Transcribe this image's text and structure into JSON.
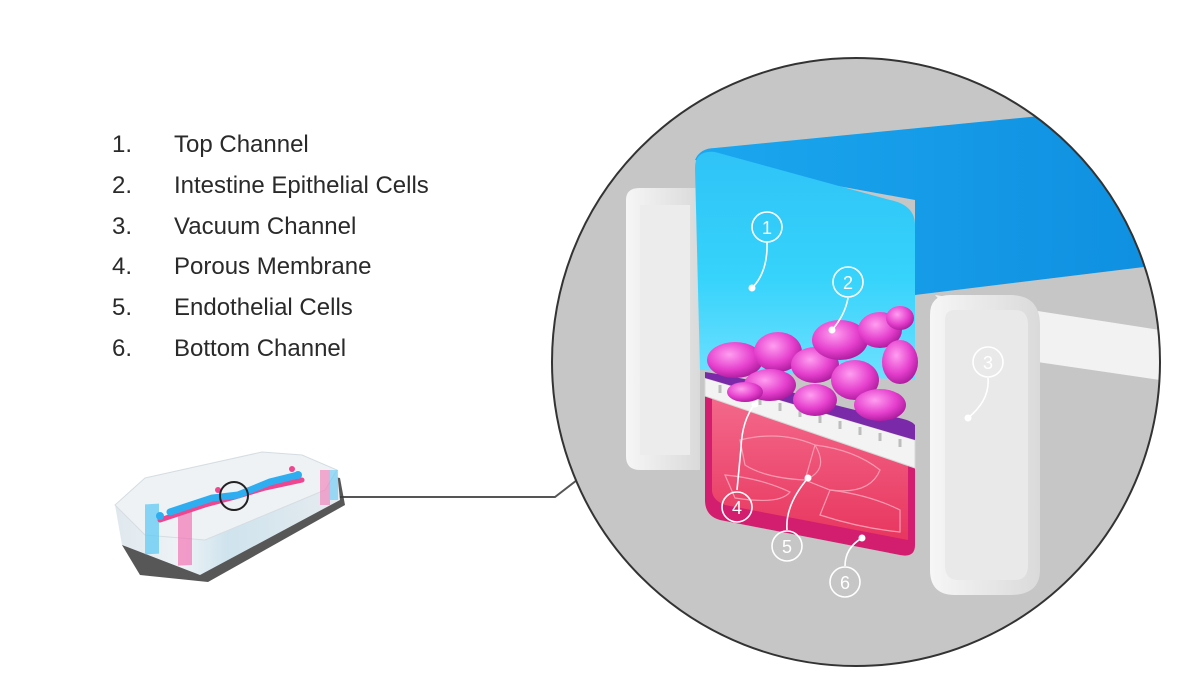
{
  "legend": {
    "items": [
      {
        "number": "1.",
        "label": "Top Channel"
      },
      {
        "number": "2.",
        "label": "Intestine Epithelial Cells"
      },
      {
        "number": "3.",
        "label": "Vacuum Channel"
      },
      {
        "number": "4.",
        "label": "Porous Membrane"
      },
      {
        "number": "5.",
        "label": "Endothelial Cells"
      },
      {
        "number": "6.",
        "label": "Bottom Channel"
      }
    ]
  },
  "callouts": [
    "1",
    "2",
    "3",
    "4",
    "5",
    "6"
  ],
  "colors": {
    "top_channel": "#1aa6ee",
    "epithelial_cells": "#e23fc6",
    "vacuum_channel": "#e6e6e6",
    "membrane": "#f2f2f2",
    "endothelial_cells": "#ee3c6a",
    "bottom_channel": "#d31d6e",
    "magnifier_bg": "#c4c4c4"
  }
}
